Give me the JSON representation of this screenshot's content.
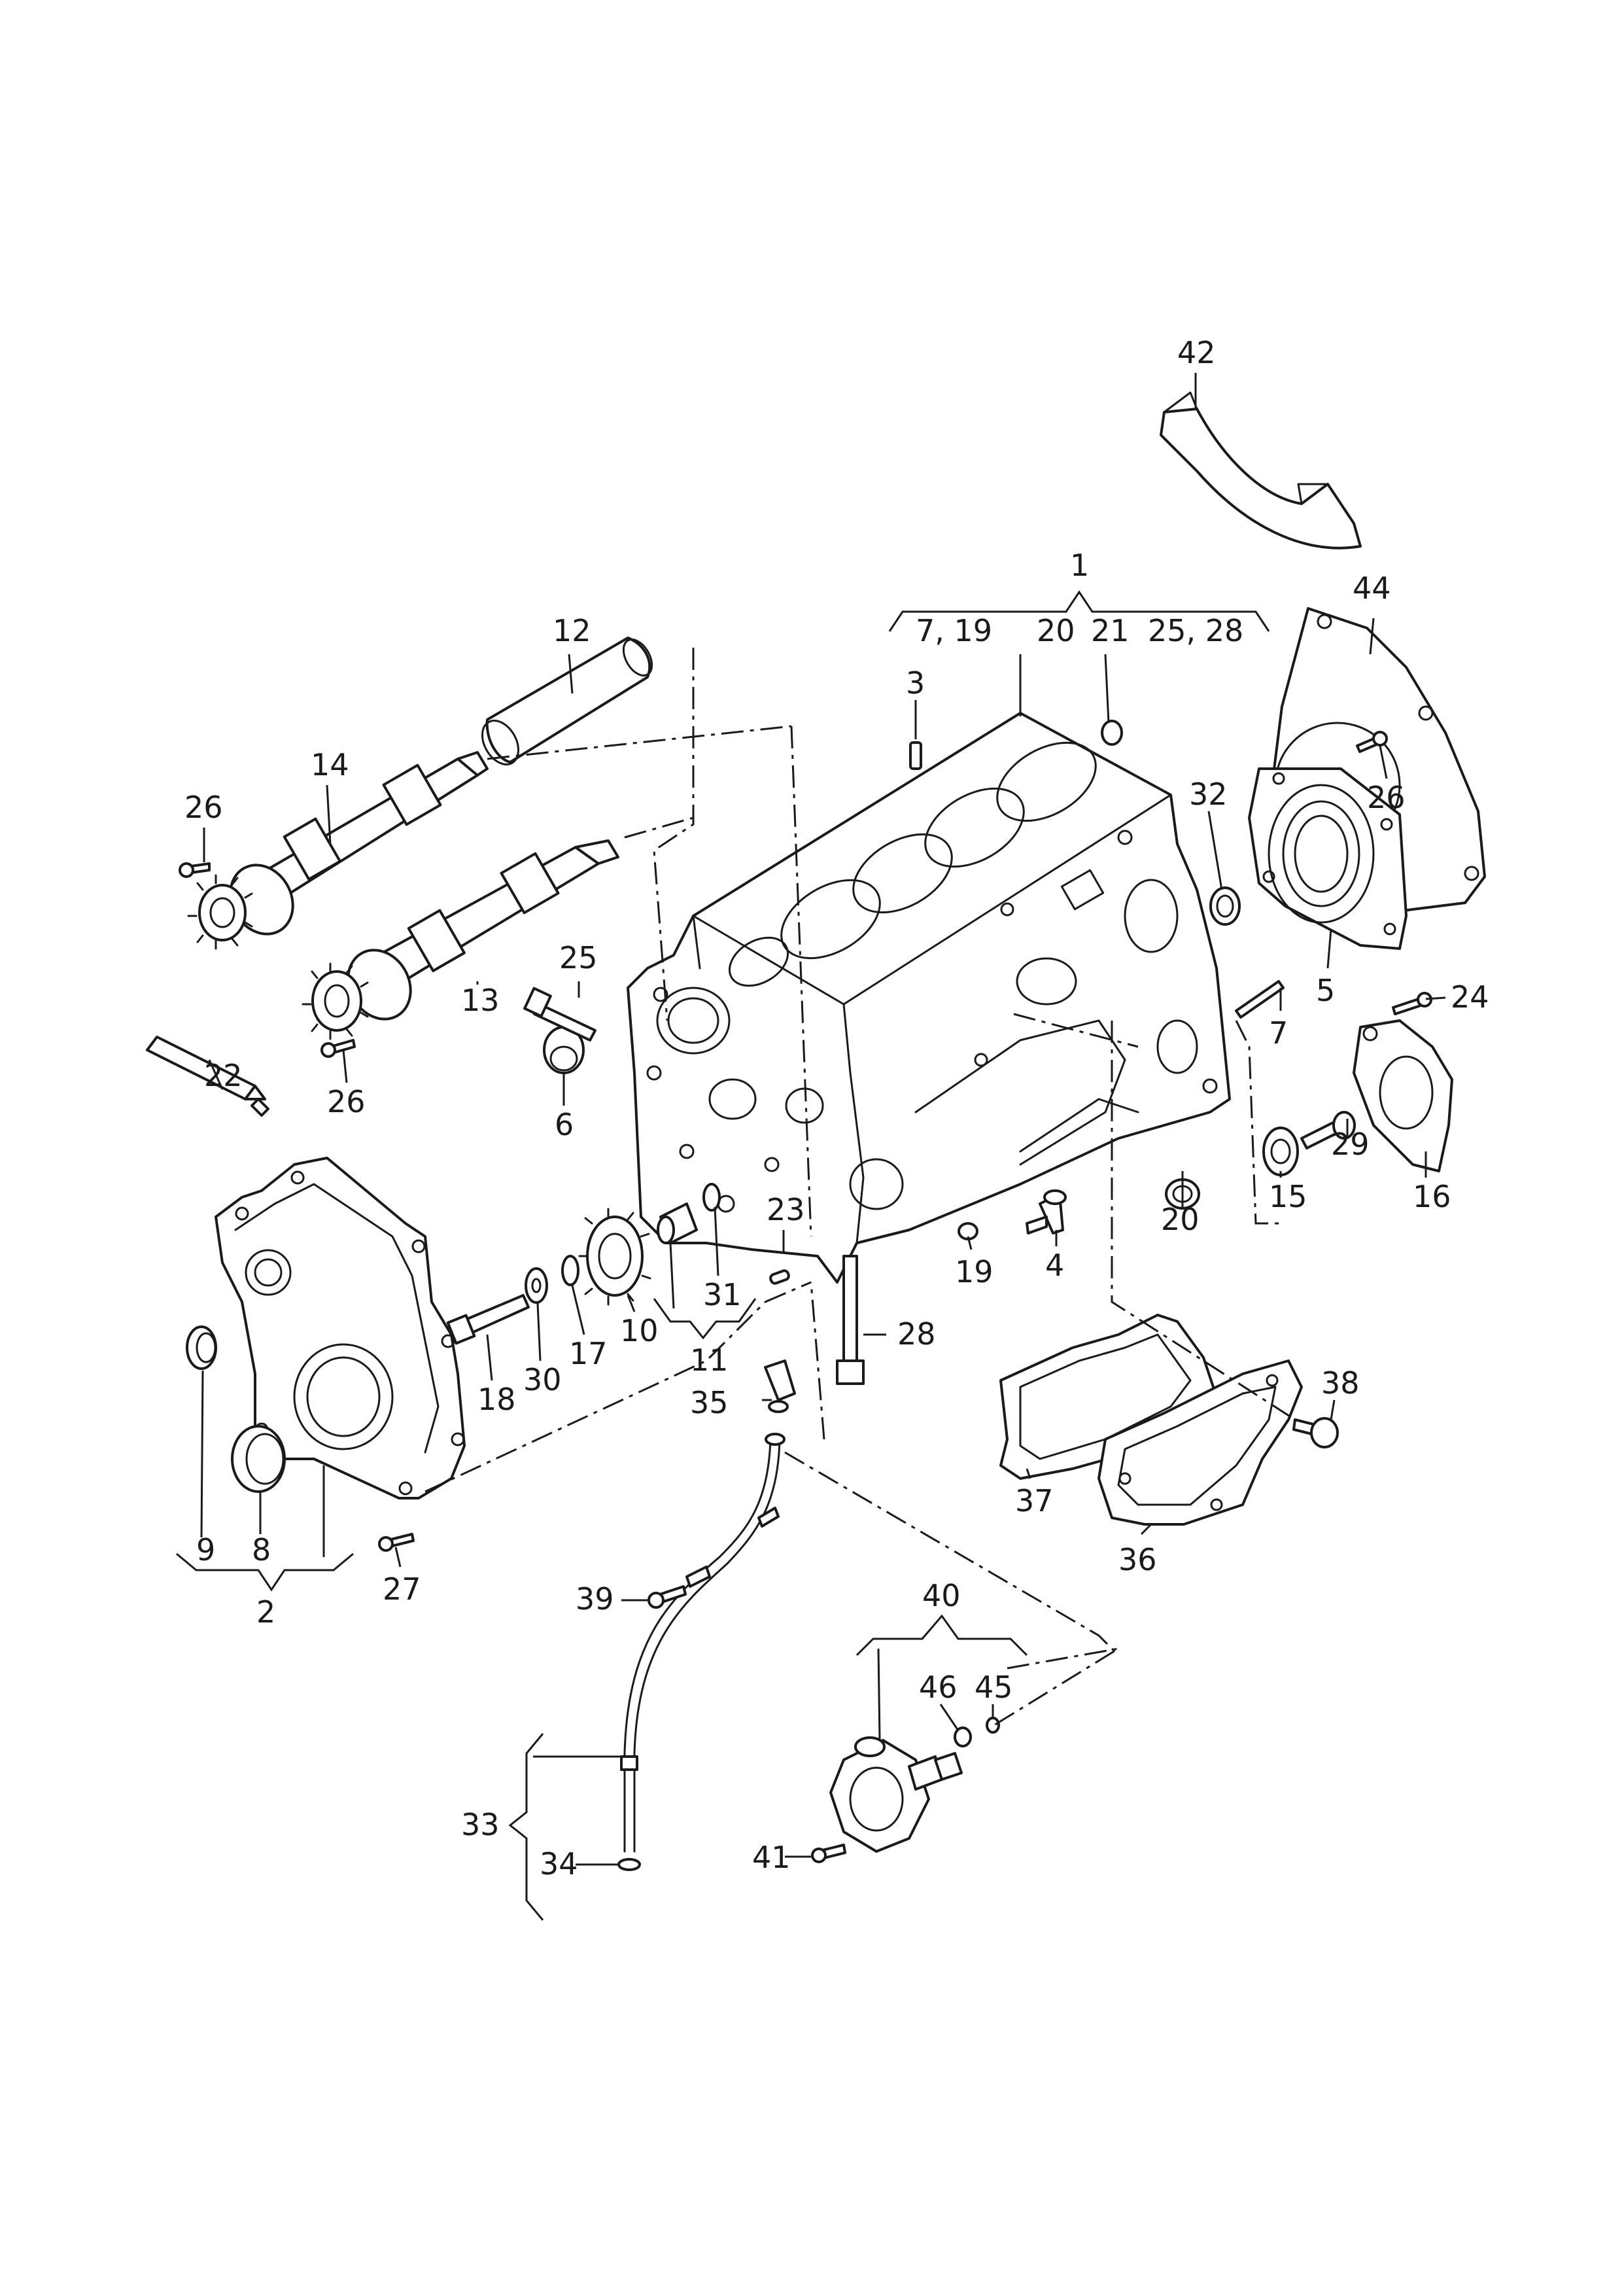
{
  "callouts": {
    "c1": "1",
    "c2": "2",
    "c3": "3",
    "c4": "4",
    "c5": "5",
    "c6": "6",
    "c7": "7",
    "c7_19": "7, 19",
    "c8": "8",
    "c9": "9",
    "c10": "10",
    "c11": "11",
    "c12": "12",
    "c13": "13",
    "c14": "14",
    "c15": "15",
    "c16": "16",
    "c17": "17",
    "c18": "18",
    "c19": "19",
    "c20": "20",
    "c20b": "20",
    "c21": "21",
    "c22": "22",
    "c23": "23",
    "c24": "24",
    "c25": "25",
    "c25_28": "25, 28",
    "c26a": "26",
    "c26b": "26",
    "c26c": "26",
    "c27": "27",
    "c28": "28",
    "c29": "29",
    "c30": "30",
    "c31": "31",
    "c32": "32",
    "c33": "33",
    "c34": "34",
    "c35": "35",
    "c36": "36",
    "c37": "37",
    "c38": "38",
    "c39": "39",
    "c40": "40",
    "c41": "41",
    "c42": "42",
    "c44": "44",
    "c45": "45",
    "c46": "46"
  }
}
